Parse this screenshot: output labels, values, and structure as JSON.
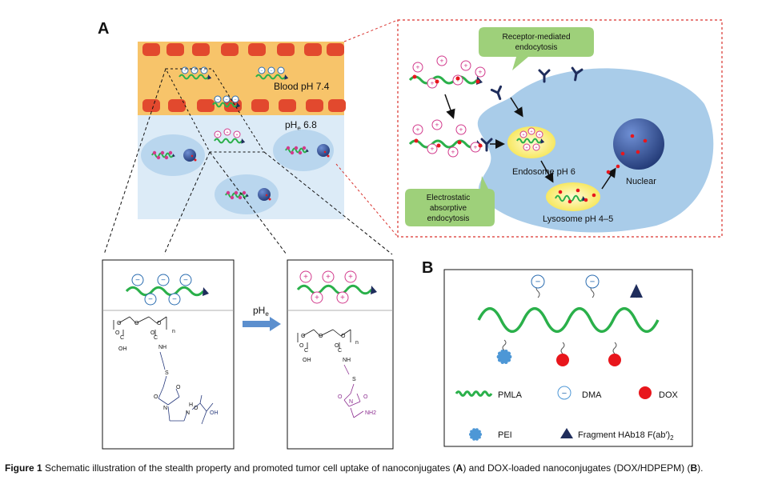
{
  "panel_a_label": "A",
  "panel_b_label": "B",
  "vessel": {
    "blood_label": "Blood pH 7.4",
    "tissue_label_main": "pH",
    "tissue_label_sub": "e",
    "tissue_label_value": " 6.8"
  },
  "cell": {
    "receptor_callout": [
      "Receptor-mediated",
      "endocytosis"
    ],
    "electrostatic_callout": [
      "Electrostatic",
      "absorptive",
      "endocytosis"
    ],
    "endosome_label": "Endosome pH 6",
    "lysosome_label": "Lysosome pH 4–5",
    "nuclear_label": "Nuclear"
  },
  "charge": {
    "negative": "−",
    "positive": "+"
  },
  "transition": {
    "label_main": "pH",
    "label_sub": "e"
  },
  "chem_left": {
    "n": "n",
    "labels": [
      "O",
      "O",
      "O",
      "O",
      "C",
      "OH",
      "O",
      "C",
      "NH",
      "S",
      "O",
      "N",
      "O",
      "N",
      "H",
      "O",
      "OH"
    ]
  },
  "chem_right": {
    "n": "n",
    "labels": [
      "O",
      "O",
      "O",
      "O",
      "C",
      "OH",
      "O",
      "C",
      "NH",
      "S",
      "O",
      "N",
      "O",
      "NH2"
    ]
  },
  "legend": {
    "pmla": "PMLA",
    "dma": "DMA",
    "dox": "DOX",
    "pei": "PEI",
    "fragment_main": "Fragment HAb18 F(ab′)",
    "fragment_sub": "2"
  },
  "caption": {
    "figure_label": "Figure 1",
    "text_1": " Schematic illustration of the stealth property and promoted tumor cell uptake of nanoconjugates (",
    "ref_a": "A",
    "text_2": ") and DOX-loaded nanoconjugates (DOX/HDPEPM) (",
    "ref_b": "B",
    "text_3": ")."
  },
  "colors": {
    "blood": "#f7c46a",
    "tissue": "#dcebf7",
    "rbc": "#e2492e",
    "cell": "#b9d6ee",
    "cell_big": "#a9cce9",
    "nucleus": "#2f4f95",
    "chain": "#2ab04a",
    "callout": "#9ed07a",
    "arrow": "#1f2d5c",
    "dashed_red": "#d9312c",
    "dox": "#e8161c",
    "charge_neg": "#2a6cb0",
    "charge_pos": "#d23a8c",
    "chem_purple": "#8b2c8f",
    "chem_navy": "#283a7c",
    "transition_arrow": "#5c8fce",
    "endosome": "#fbf07a",
    "lysosome": "#f7ec9a",
    "pei": "#4d97d6"
  }
}
